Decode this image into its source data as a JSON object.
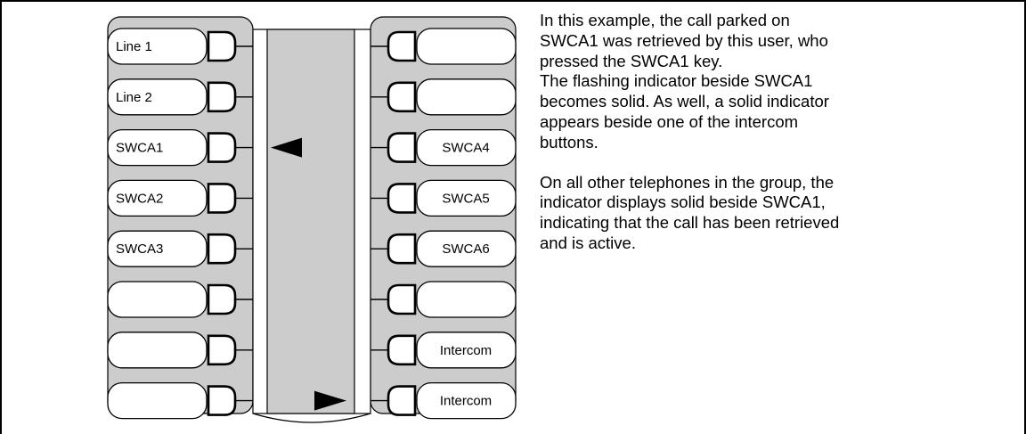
{
  "left_keys": [
    "Line 1",
    "Line 2",
    "SWCA1",
    "SWCA2",
    "SWCA3",
    "",
    "",
    ""
  ],
  "right_keys": [
    "",
    "",
    "SWCA4",
    "SWCA5",
    "SWCA6",
    "",
    "Intercom",
    "Intercom"
  ],
  "left_indicator": {
    "row": 3,
    "label": "SWCA1",
    "state": "solid"
  },
  "right_indicator": {
    "row": 8,
    "label": "Intercom",
    "state": "solid"
  },
  "description": {
    "line1": "In this example, the call parked on",
    "line2": "SWCA1 was retrieved by this user, who",
    "line3": "pressed the SWCA1 key.",
    "line4": "The flashing indicator beside SWCA1",
    "line5": "becomes solid. As well, a solid indicator",
    "line6": "appears beside one of the intercom",
    "line7": "buttons.",
    "line8": "On all other telephones in the group, the",
    "line9": "indicator displays solid beside SWCA1,",
    "line10": "indicating that the call has been retrieved",
    "line11": "and is active."
  },
  "colors": {
    "panel": "#cccccc",
    "key": "#ffffff",
    "stroke": "#000000"
  }
}
